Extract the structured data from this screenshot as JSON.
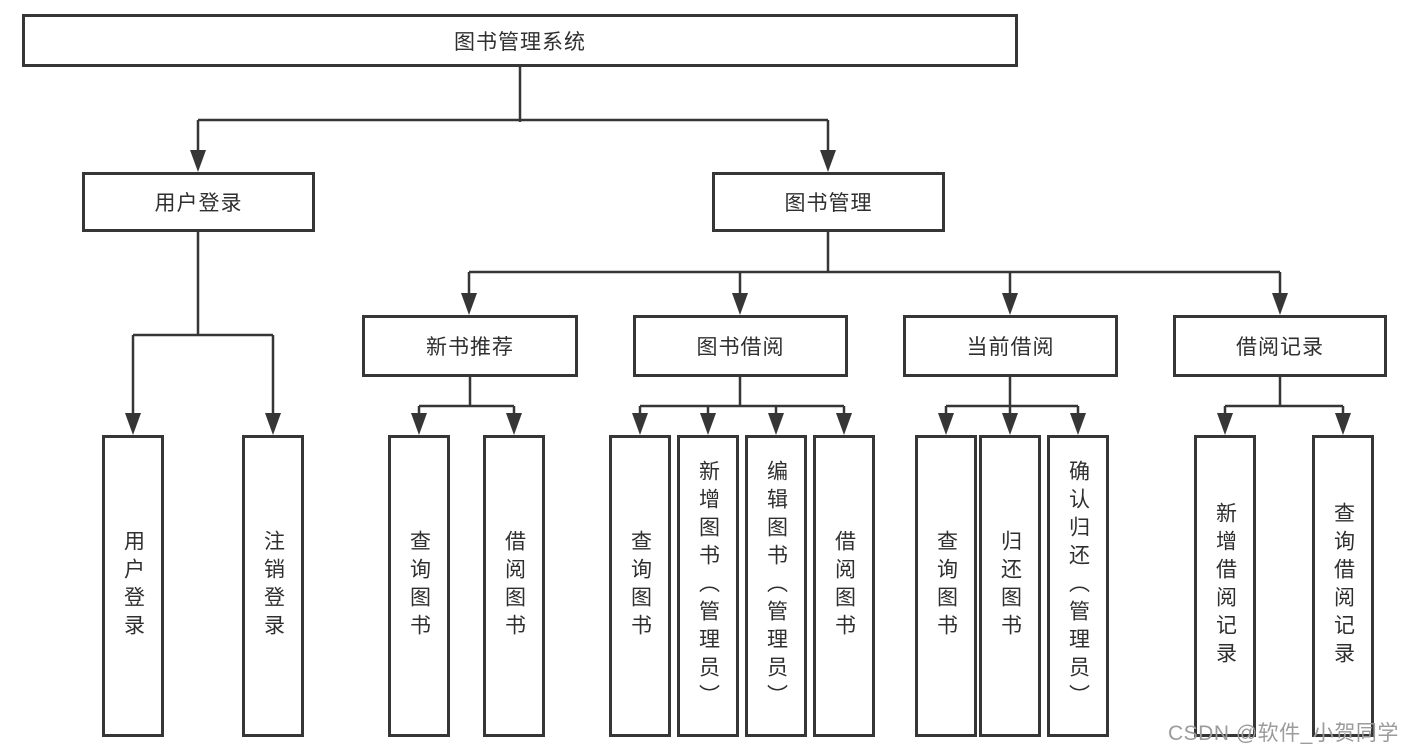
{
  "tree": {
    "root": "图书管理系统",
    "user_login": {
      "label": "用户登录",
      "children": {
        "login": "用户登录",
        "logout": "注销登录"
      }
    },
    "book_management": {
      "label": "图书管理",
      "groups": {
        "new_books": {
          "label": "新书推荐",
          "children": {
            "query": "查询图书",
            "borrow": "借阅图书"
          }
        },
        "book_borrow": {
          "label": "图书借阅",
          "children": {
            "query": "查询图书",
            "add": "新增图书（管理员）",
            "edit": "编辑图书（管理员）",
            "borrow": "借阅图书"
          }
        },
        "current_borrow": {
          "label": "当前借阅",
          "children": {
            "query": "查询图书",
            "return": "归还图书",
            "confirm": "确认归还（管理员）"
          }
        },
        "borrow_records": {
          "label": "借阅记录",
          "children": {
            "add": "新增借阅记录",
            "query": "查询借阅记录"
          }
        }
      }
    }
  },
  "watermark": "CSDN @软件_小贺同学",
  "colors": {
    "line": "#363636",
    "text": "#2f2f2f",
    "watermark": "#9b9b9b",
    "background": "#ffffff"
  }
}
